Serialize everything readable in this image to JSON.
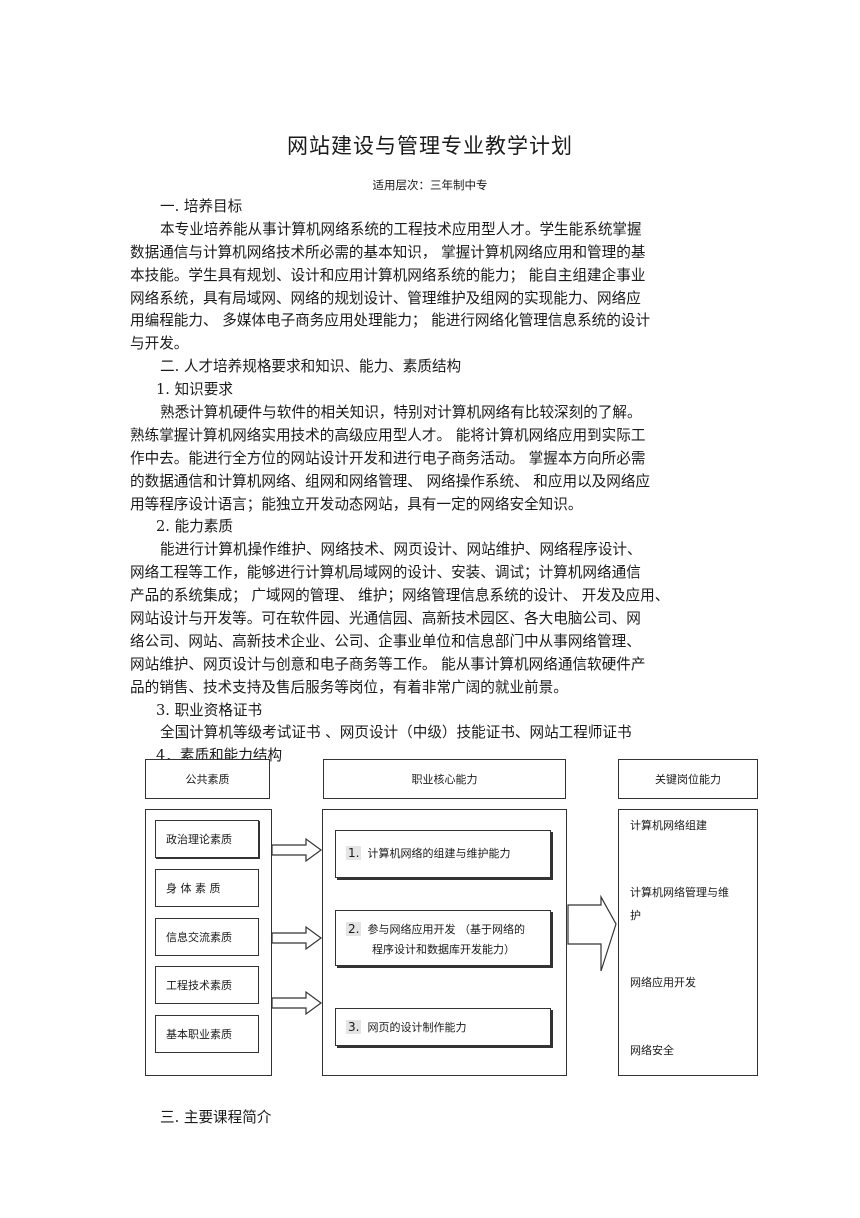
{
  "doc": {
    "title": "网站建设与管理专业教学计划",
    "subtitle": "适用层次：三年制中专",
    "lines": [
      "一. 培养目标",
      "本专业培养能从事计算机网络系统的工程技术应用型人才。学生能系统掌握",
      "数据通信与计算机网络技术所必需的基本知识，      掌握计算机网络应用和管理的基",
      "本技能。学生具有规划、设计和应用计算机网络系统的能力；      能自主组建企事业",
      "网络系统，具有局域网、网络的规划设计、管理维护及组网的实现能力、网络应",
      "用编程能力、 多媒体电子商务应用处理能力；      能进行网络化管理信息系统的设计",
      "与开发。",
      "二. 人才培养规格要求和知识、能力、素质结构",
      "1.  知识要求",
      "熟悉计算机硬件与软件的相关知识，特别对计算机网络有比较深刻的了解。",
      "熟练掌握计算机网络实用技术的高级应用型人才。      能将计算机网络应用到实际工",
      "作中去。能进行全方位的网站设计开发和进行电子商务活动。      掌握本方向所必需",
      "的数据通信和计算机网络、组网和网络管理、      网络操作系统、 和应用以及网络应",
      "用等程序设计语言；能独立开发动态网站，具有一定的网络安全知识。",
      "2.  能力素质",
      "能进行计算机操作维护、网络技术、网页设计、网站维护、网络程序设计、",
      "网络工程等工作，能够进行计算机局域网的设计、安装、调试；计算机网络通信",
      "产品的系统集成；  广域网的管理、 维护；网络管理信息系统的设计、   开发及应用、",
      "网站设计与开发等。可在软件园、光通信园、高新技术园区、各大电脑公司、网",
      "络公司、网站、高新技术企业、公司、企事业单位和信息部门中从事网络管理、",
      "网站维护、网页设计与创意和电子商务等工作。      能从事计算机网络通信软硬件产",
      "品的销售、技术支持及售后服务等岗位，有着非常广阔的就业前景。",
      "3.  职业资格证书",
      "全国计算机等级考试证书      、网页设计（中级）技能证书、网站工程师证书",
      "4．素质和能力结构"
    ],
    "footer": "三. 主要课程简介"
  },
  "diagram": {
    "col1_header": "公共素质",
    "col2_header": "职业核心能力",
    "col3_header": "关键岗位能力",
    "public_qualities": [
      "政治理论素质",
      "身 体 素 质",
      "信息交流素质",
      "工程技术素质",
      "基本职业素质"
    ],
    "core_abilities": [
      {
        "num": "1.",
        "text": "计算机网络的组建与维护能力",
        "text2": ""
      },
      {
        "num": "2.",
        "text": "参与网络应用开发  （基于网络的",
        "text2": "程序设计和数据库开发能力）"
      },
      {
        "num": "3.",
        "text": "网页的设计制作能力",
        "text2": ""
      }
    ],
    "key_roles": [
      "计算机网络组建",
      "计算机网络管理与维",
      "护",
      "网络应用开发",
      "网络安全"
    ]
  }
}
